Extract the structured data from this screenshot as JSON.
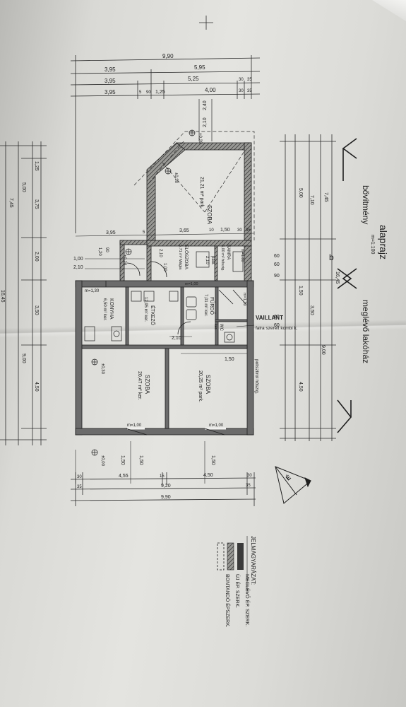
{
  "drawing": {
    "title": "alaprajz",
    "scale": "m=1:100",
    "extension_label": "bővítmény",
    "existing_label": "meglévő lakóház",
    "section_marker": "b"
  },
  "dims_top": {
    "overall": "9,90",
    "row2": [
      "3,95",
      "5,95"
    ],
    "row3": [
      "3,95",
      "5,25",
      "30",
      "35"
    ],
    "row4": [
      "3,95",
      "5",
      "90",
      "1,25",
      "4,00",
      "30",
      "35"
    ],
    "mid": [
      "2,40",
      "2,10"
    ]
  },
  "dims_bottom": {
    "row1": [
      "30",
      "4,55",
      "15",
      "4,50",
      "30"
    ],
    "row2": [
      "35",
      "9,20",
      "35"
    ],
    "overall": "9,90"
  },
  "dims_left": {
    "overall": [
      "7,45",
      "16,45"
    ],
    "chain_a": [
      "5",
      "1,25",
      "35",
      "3,75",
      "10",
      "2,00",
      "5",
      "3,50",
      "30",
      "4,50",
      "30",
      "5"
    ],
    "chain_b": [
      "5,00",
      "9,00"
    ]
  },
  "dims_right": {
    "overall": [
      "7,45",
      "16,45"
    ],
    "chain_a": [
      "35",
      "5",
      "5,00",
      "7,10",
      "10",
      "3,50",
      "30",
      "4,50",
      "30",
      "5"
    ],
    "chain_b": [
      "60",
      "60",
      "90",
      "1,50",
      "60",
      "60",
      "10",
      "9,00"
    ]
  },
  "interior_dims": [
    "3,95",
    "3,65",
    "1,50",
    "30",
    "10",
    "5",
    "35",
    "1,00",
    "90",
    "1,20",
    "2,10",
    "1,00",
    "2,10",
    "2,10",
    "1,50",
    "1,50",
    "1,50",
    "1,50"
  ],
  "rooms": [
    {
      "name": "SZOBA",
      "area": "21,21 m² park."
    },
    {
      "name": "KAMRA",
      "area": "3,00 m² hőszig."
    },
    {
      "name": "ELŐSZOBA",
      "area": "5,71 m² Mágia"
    },
    {
      "name": "padl.",
      "area": "2,10"
    },
    {
      "name": "KONYHA",
      "area": "6,50 m² ker."
    },
    {
      "name": "ÉTKEZŐ",
      "area": "12,95 m² ker."
    },
    {
      "name": "FÜRDŐ",
      "area": "7,01 m² ker."
    },
    {
      "name": "WC",
      "area": "ker."
    },
    {
      "name": "SZOBA",
      "area": "20,47 m² ker."
    },
    {
      "name": "SZOBA",
      "area": "20,25 m² park."
    }
  ],
  "levels": [
    "+0,28",
    "±0,30",
    "+0,28",
    "±0,30",
    "±0,00"
  ],
  "window_marks": [
    "m=1,30",
    "m=1,00",
    "m=1,00",
    "m=1,00",
    "m=1,80",
    "m=1,30"
  ],
  "annotations": {
    "boiler_title": "VAILLANT",
    "boiler_detail": "falra szerelt kombi k.",
    "insulation": "polisztirol hőszig."
  },
  "legend": {
    "title": "JELMAGYARÁZAT:",
    "items": [
      {
        "label": "MEGLÉVŐ ÉP. SZERK."
      },
      {
        "label": "ÚJ ÉP. SZERK."
      },
      {
        "label": "BONTANDÓ ÉPSZERK."
      }
    ]
  },
  "north_arrow": "É",
  "colors": {
    "paper": "#dcdcd8",
    "ink": "#1e1e1e",
    "wall_fill": "#6b6b6b"
  }
}
